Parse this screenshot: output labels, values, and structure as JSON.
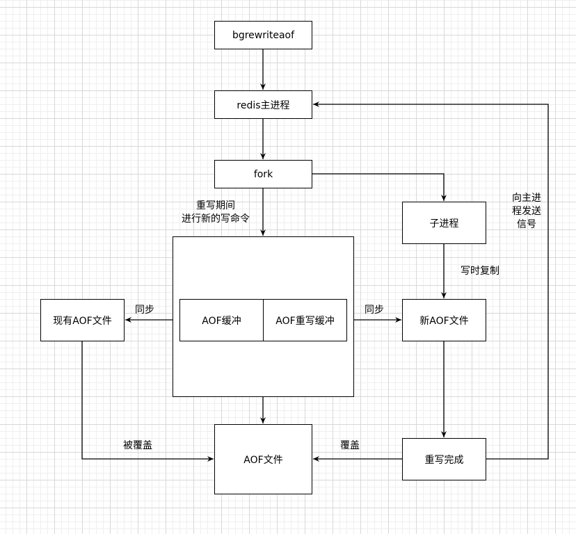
{
  "nodes": {
    "bgrewriteaof": "bgrewriteaof",
    "redis_main": "redis主进程",
    "fork": "fork",
    "child": "子进程",
    "aof_buffer": "AOF缓冲",
    "aof_rewrite_buffer": "AOF重写缓冲",
    "existing_aof": "现有AOF文件",
    "new_aof": "新AOF文件",
    "aof_file": "AOF文件",
    "rewrite_done": "重写完成"
  },
  "edge_labels": {
    "new_commands": "重写期间\n进行新的写命令",
    "signal_main": "向主进\n程发送\n信号",
    "copy_on_write": "写时复制",
    "sync_left": "同步",
    "sync_right": "同步",
    "overwritten": "被覆盖",
    "overwrite": "覆盖"
  }
}
